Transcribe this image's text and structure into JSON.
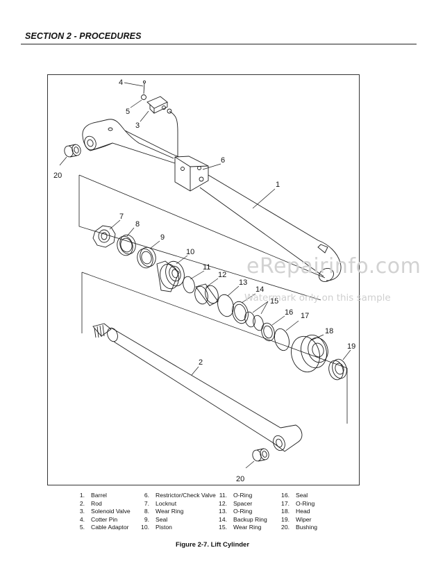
{
  "section_title": "SECTION 2 - PROCEDURES",
  "figure_caption": "Figure 2-7.  Lift Cylinder",
  "callouts": [
    "4",
    "5",
    "3",
    "6",
    "1",
    "20",
    "7",
    "8",
    "9",
    "10",
    "11",
    "12",
    "13",
    "14",
    "15",
    "16",
    "17",
    "18",
    "19",
    "2",
    "20"
  ],
  "watermark": {
    "line1": "eRepairinfo.com",
    "line2": "Watermark only on this sample"
  },
  "legend": [
    [
      {
        "num": "1.",
        "label": "Barrel"
      },
      {
        "num": "2.",
        "label": "Rod"
      },
      {
        "num": "3.",
        "label": "Solenoid Valve"
      },
      {
        "num": "4.",
        "label": "Cotter Pin"
      },
      {
        "num": "5.",
        "label": "Cable Adaptor"
      }
    ],
    [
      {
        "num": "6.",
        "label": "Restrictor/Check Valve"
      },
      {
        "num": "7.",
        "label": "Locknut"
      },
      {
        "num": "8.",
        "label": "Wear Ring"
      },
      {
        "num": "9.",
        "label": "Seal"
      },
      {
        "num": "10.",
        "label": "Piston"
      }
    ],
    [
      {
        "num": "11.",
        "label": "O-Ring"
      },
      {
        "num": "12.",
        "label": "Spacer"
      },
      {
        "num": "13.",
        "label": "O-Ring"
      },
      {
        "num": "14.",
        "label": "Backup Ring"
      },
      {
        "num": "15.",
        "label": "Wear Ring"
      }
    ],
    [
      {
        "num": "16.",
        "label": "Seal"
      },
      {
        "num": "17.",
        "label": "O-Ring"
      },
      {
        "num": "18.",
        "label": "Head"
      },
      {
        "num": "19.",
        "label": "Wiper"
      },
      {
        "num": "20.",
        "label": "Bushing"
      }
    ]
  ],
  "colors": {
    "ink": "#111111",
    "watermark": "#d2d2d2"
  }
}
